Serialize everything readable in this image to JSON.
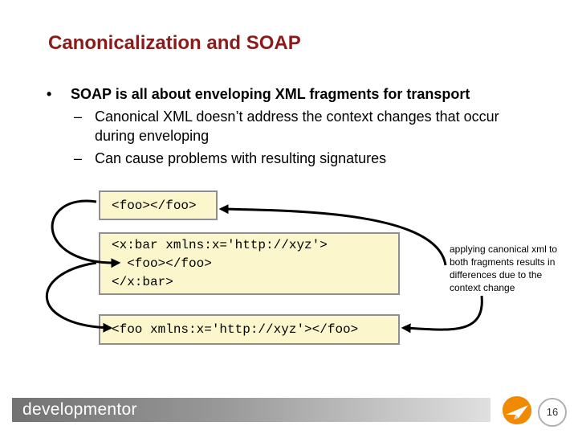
{
  "slide": {
    "title": "Canonicalization and SOAP",
    "bullet": "SOAP is all about enveloping XML fragments for transport",
    "bullet_marker": "•",
    "sub_marker": "–",
    "sub_bullets": [
      {
        "line1": "Canonical XML doesn’t address the context changes that occur",
        "line2": "during enveloping"
      },
      {
        "line1": "Can cause problems with resulting signatures"
      }
    ]
  },
  "code": {
    "box1": "<foo></foo>",
    "box2": [
      "<x:bar xmlns:x='http://xyz'>",
      "  <foo></foo>",
      "</x:bar>"
    ],
    "box3": "<foo xmlns:x='http://xyz'></foo>"
  },
  "annotation": {
    "lines": [
      "applying canonical xml to",
      "both fragments results in",
      "differences due to the",
      "context change"
    ]
  },
  "footer": {
    "brand": "developmentor",
    "page_number": "16"
  },
  "colors": {
    "title": "#8b1a1a",
    "box_fill": "#fbf6cc",
    "box_border": "#8f8f8f",
    "arrow": "#000000"
  }
}
